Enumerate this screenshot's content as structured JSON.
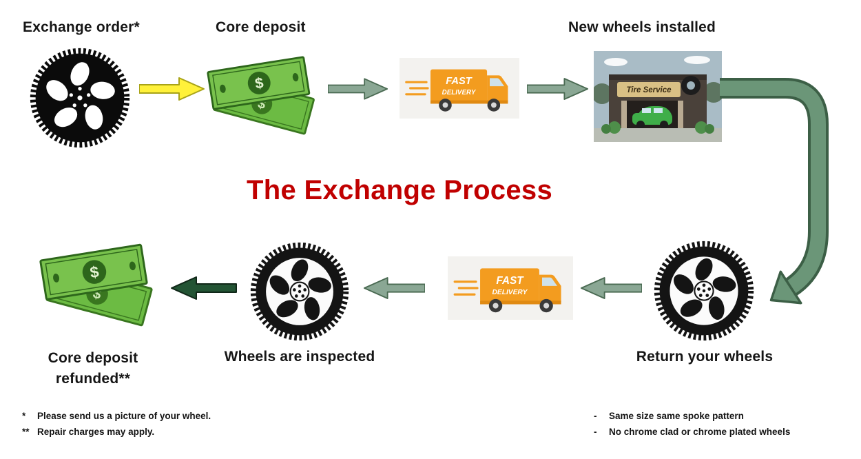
{
  "title": "The Exchange Process",
  "top_row": {
    "exchange_order_label": "Exchange order*",
    "core_deposit_label": "Core deposit",
    "new_wheels_label": "New wheels installed"
  },
  "bottom_row": {
    "refund_label_line1": "Core deposit",
    "refund_label_line2": "refunded**",
    "inspected_label": "Wheels are inspected",
    "return_label": "Return your wheels"
  },
  "illustrations": {
    "truck_text_line1": "FAST",
    "truck_text_line2": "DELIVERY",
    "shop_sign_text": "Tire Service",
    "money_symbol": "$"
  },
  "footnotes": {
    "left": [
      {
        "marker": "*",
        "text": "Please send us a picture of your wheel."
      },
      {
        "marker": "**",
        "text": "Repair charges may apply."
      }
    ],
    "right": [
      {
        "marker": "-",
        "text": "Same size same spoke pattern"
      },
      {
        "marker": "-",
        "text": "No chrome clad or chrome plated wheels"
      }
    ]
  },
  "colors": {
    "title": "#C00000",
    "arrow_yellow": "#FFF13A",
    "arrow_sage": "#8AA794",
    "arrow_dark_green": "#235434",
    "arrow_curved_green": "#6B9678"
  }
}
